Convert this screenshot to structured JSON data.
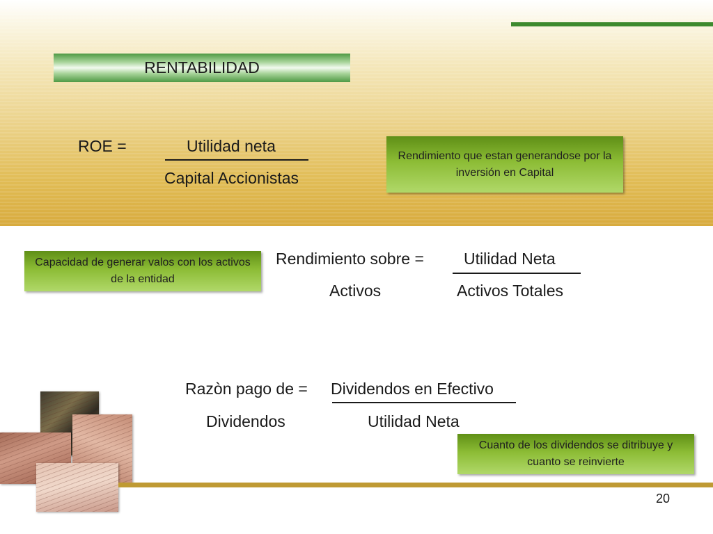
{
  "slide": {
    "title": "RENTABILIDAD",
    "page_number": "20"
  },
  "roe": {
    "label": "ROE =",
    "numerator": "Utilidad neta",
    "denominator": "Capital Accionistas",
    "note": "Rendimiento que estan generandose por la inversión en Capital"
  },
  "roa": {
    "label": "Rendimiento sobre =",
    "label_second_line": "Activos",
    "numerator": "Utilidad Neta",
    "denominator": "Activos Totales",
    "note": "Capacidad de generar valos con los activos de la entidad"
  },
  "payout": {
    "label": "Razòn pago de =",
    "label_second_line": "Dividendos",
    "numerator": "Dividendos en Efectivo",
    "denominator": "Utilidad Neta",
    "note": "Cuanto de los dividendos se ditribuye y cuanto se reinvierte"
  },
  "colors": {
    "accent_green": "#3d8a2e",
    "box_green": "#8cbc35",
    "band_gold": "#e1bc55",
    "rule_gold": "#bf9a33"
  }
}
